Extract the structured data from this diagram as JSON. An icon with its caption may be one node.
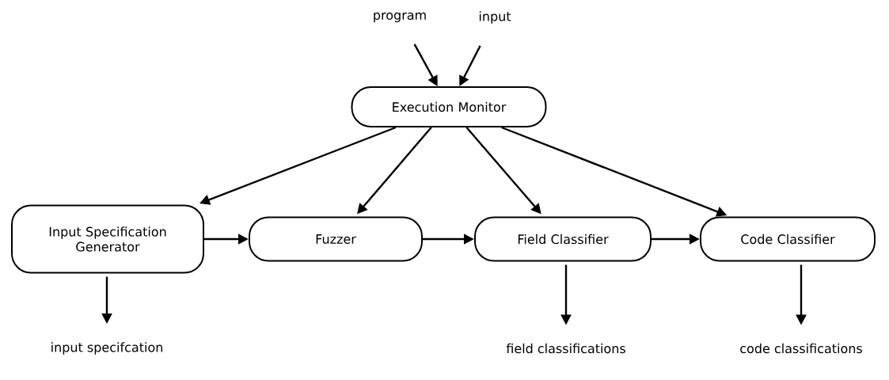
{
  "diagram": {
    "nodes": [
      {
        "text": [
          "program"
        ]
      },
      {
        "text": [
          "input"
        ]
      },
      {
        "text": [
          "Execution Monitor"
        ]
      },
      {
        "text": [
          "Input Specification Generator"
        ]
      },
      {
        "text": [
          "Fuzzer"
        ]
      },
      {
        "text": [
          "Field Classifier"
        ]
      },
      {
        "text": [
          "Code Classifier"
        ]
      },
      {
        "text": [
          "input specifcation"
        ]
      },
      {
        "text": [
          "field classifications"
        ]
      },
      {
        "text": [
          "code classifications"
        ]
      }
    ],
    "edges": [
      {
        "from": 0,
        "to": 2,
        "arrow": "to"
      },
      {
        "from": 1,
        "to": 2,
        "arrow": "to"
      },
      {
        "from": 2,
        "to": 3,
        "arrow": "to"
      },
      {
        "from": 2,
        "to": 4,
        "arrow": "to"
      },
      {
        "from": 2,
        "to": 5,
        "arrow": "to"
      },
      {
        "from": 2,
        "to": 6,
        "arrow": "to"
      },
      {
        "from": 3,
        "to": 4,
        "arrow": "to"
      },
      {
        "from": 4,
        "to": 5,
        "arrow": "to"
      },
      {
        "from": 5,
        "to": 6,
        "arrow": "to"
      },
      {
        "from": 3,
        "to": 7,
        "arrow": "to"
      },
      {
        "from": 5,
        "to": 8,
        "arrow": "to"
      },
      {
        "from": 6,
        "to": 9,
        "arrow": "to"
      }
    ]
  }
}
